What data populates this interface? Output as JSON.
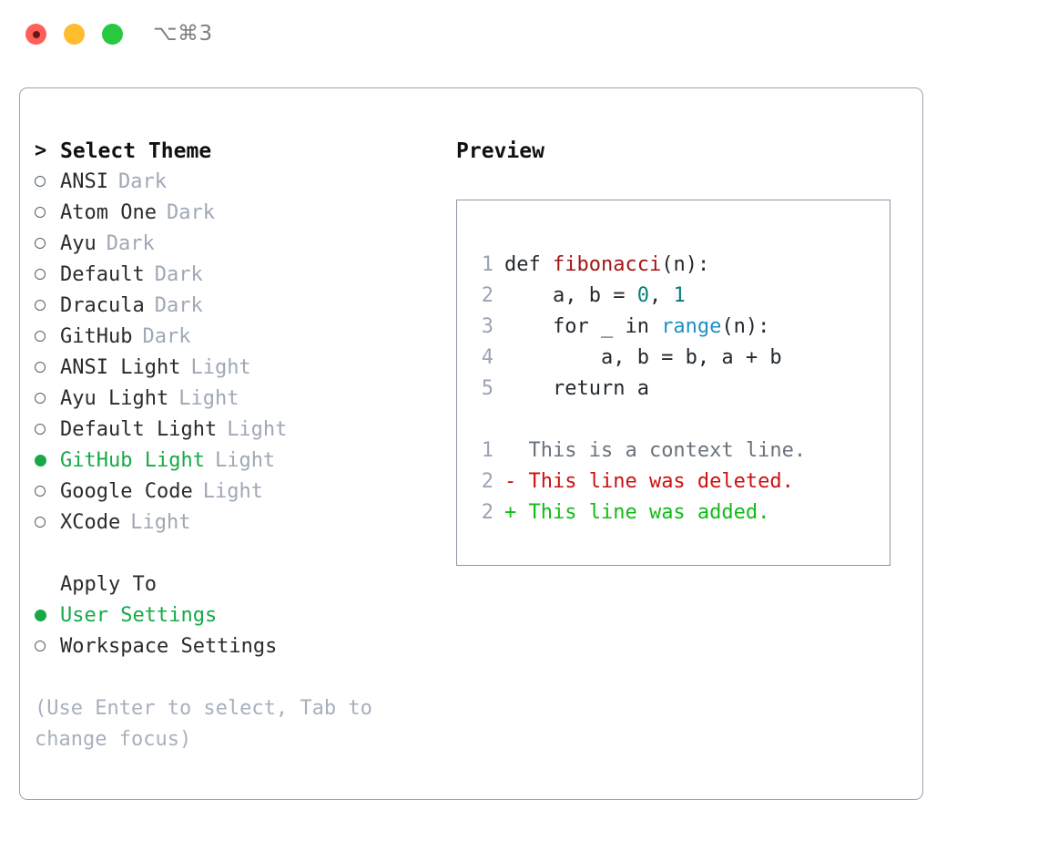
{
  "window": {
    "shortcut": "⌥⌘3",
    "traffic_lights": [
      "close-red",
      "minimize-yellow",
      "maximize-green"
    ]
  },
  "colors": {
    "selected_green": "#17a948",
    "muted_gray": "#9fa8b5",
    "hint_gray": "#a8b0bd",
    "panel_border": "#9aa4b5",
    "preview_border": "#8b96a8",
    "diff_deleted": "#cc1111",
    "diff_added": "#12bb17",
    "syntax_function": "#a31515",
    "syntax_number": "#0b7b7b",
    "syntax_call": "#1f8fc4"
  },
  "theme_list": {
    "header": "Select Theme",
    "header_marker": ">",
    "items": [
      {
        "name": "ANSI",
        "kind": "Dark",
        "selected": false
      },
      {
        "name": "Atom One",
        "kind": "Dark",
        "selected": false
      },
      {
        "name": "Ayu",
        "kind": "Dark",
        "selected": false
      },
      {
        "name": "Default",
        "kind": "Dark",
        "selected": false
      },
      {
        "name": "Dracula",
        "kind": "Dark",
        "selected": false
      },
      {
        "name": "GitHub",
        "kind": "Dark",
        "selected": false
      },
      {
        "name": "ANSI Light",
        "kind": "Light",
        "selected": false
      },
      {
        "name": "Ayu Light",
        "kind": "Light",
        "selected": false
      },
      {
        "name": "Default Light",
        "kind": "Light",
        "selected": false
      },
      {
        "name": "GitHub Light",
        "kind": "Light",
        "selected": true
      },
      {
        "name": "Google Code",
        "kind": "Light",
        "selected": false
      },
      {
        "name": "XCode",
        "kind": "Light",
        "selected": false
      }
    ]
  },
  "apply_to": {
    "label": "Apply To",
    "options": [
      {
        "label": "User Settings",
        "selected": true
      },
      {
        "label": "Workspace Settings",
        "selected": false
      }
    ]
  },
  "hint": "(Use Enter to select, Tab to change focus)",
  "preview": {
    "title": "Preview",
    "code_lines": [
      {
        "no": "1",
        "segments": [
          {
            "text": "def ",
            "token": "plain"
          },
          {
            "text": "fibonacci",
            "token": "func"
          },
          {
            "text": "(n):",
            "token": "plain"
          }
        ]
      },
      {
        "no": "2",
        "segments": [
          {
            "text": "    a, b = ",
            "token": "plain"
          },
          {
            "text": "0",
            "token": "num"
          },
          {
            "text": ", ",
            "token": "plain"
          },
          {
            "text": "1",
            "token": "num"
          }
        ]
      },
      {
        "no": "3",
        "segments": [
          {
            "text": "    for _ in ",
            "token": "plain"
          },
          {
            "text": "range",
            "token": "call"
          },
          {
            "text": "(n):",
            "token": "plain"
          }
        ]
      },
      {
        "no": "4",
        "segments": [
          {
            "text": "        a, b = b, a + b",
            "token": "plain"
          }
        ]
      },
      {
        "no": "5",
        "segments": [
          {
            "text": "    return a",
            "token": "plain"
          }
        ]
      }
    ],
    "diff_lines": [
      {
        "no": "1",
        "sign": " ",
        "text": "This is a context line.",
        "kind": "context"
      },
      {
        "no": "2",
        "sign": "-",
        "text": "This line was deleted.",
        "kind": "deleted"
      },
      {
        "no": "2",
        "sign": "+",
        "text": "This line was added.",
        "kind": "added"
      }
    ]
  }
}
